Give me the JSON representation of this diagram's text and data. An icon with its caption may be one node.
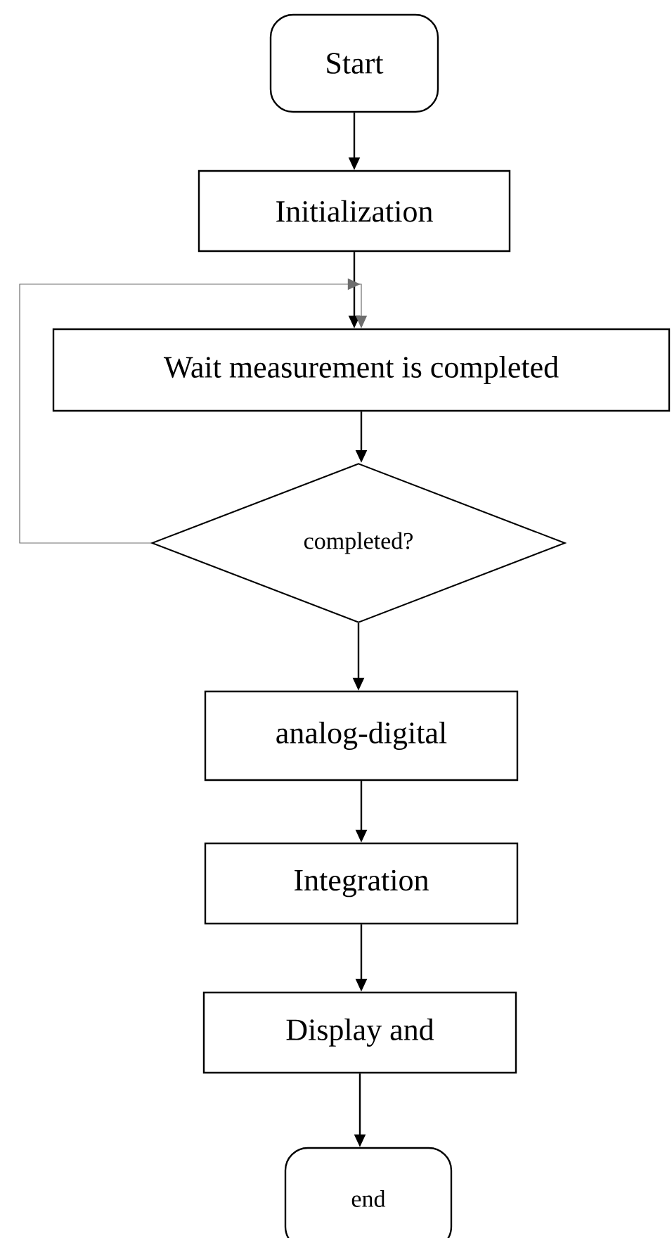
{
  "diagram": {
    "nodes": [
      {
        "text": [
          "Start"
        ]
      },
      {
        "text": [
          "Initialization"
        ]
      },
      {
        "text": [
          "Wait measurement is completed"
        ]
      },
      {
        "text": [
          "completed?"
        ]
      },
      {
        "text": [
          "analog-digital"
        ]
      },
      {
        "text": [
          "Integration"
        ]
      },
      {
        "text": [
          "Display and"
        ]
      },
      {
        "text": [
          "end"
        ]
      }
    ],
    "edges": [
      {
        "from": 0,
        "to": 1,
        "arrow": "to"
      },
      {
        "from": 1,
        "to": 2,
        "arrow": "to"
      },
      {
        "from": 2,
        "to": 3,
        "arrow": "to"
      },
      {
        "from": 3,
        "to": 2,
        "arrow": "to",
        "color": "#6e6e6e"
      },
      {
        "from": 3,
        "to": 4,
        "arrow": "to"
      },
      {
        "from": 4,
        "to": 5,
        "arrow": "to"
      },
      {
        "from": 5,
        "to": 6,
        "arrow": "to"
      },
      {
        "from": 6,
        "to": 7,
        "arrow": "to"
      }
    ]
  }
}
